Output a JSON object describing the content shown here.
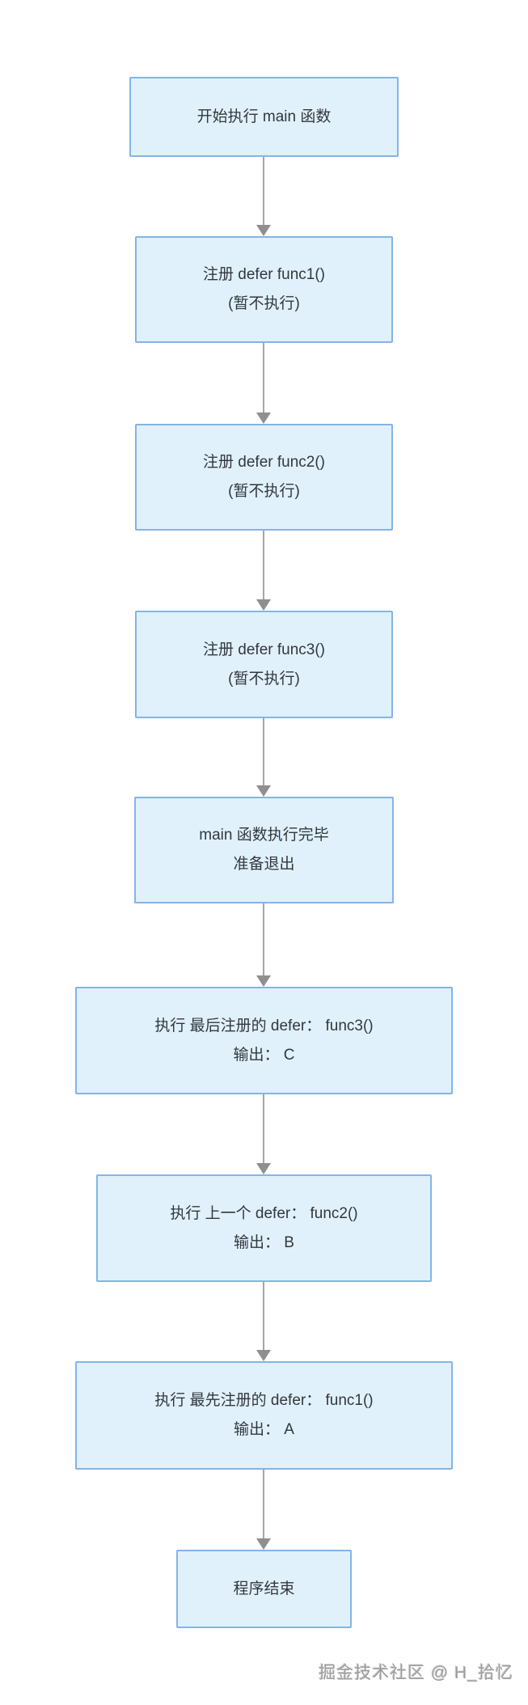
{
  "colors": {
    "node_fill": "#e0f1fc",
    "node_border": "#85b3e8",
    "arrow": "#a6a6a6",
    "arrowhead": "#8f8f8f",
    "text": "#33373d",
    "watermark": "#9c9c9c",
    "canvas_bg": "#ffffff"
  },
  "flowchart": {
    "type": "vertical-flow",
    "nodes": [
      {
        "id": "start-main",
        "line1": "开始执行 main 函数"
      },
      {
        "id": "register-func1",
        "line1": "注册 defer func1()",
        "line2": "(暂不执行)"
      },
      {
        "id": "register-func2",
        "line1": "注册 defer func2()",
        "line2": "(暂不执行)"
      },
      {
        "id": "register-func3",
        "line1": "注册 defer func3()",
        "line2": "(暂不执行)"
      },
      {
        "id": "main-finished",
        "line1": "main 函数执行完毕",
        "line2": "准备退出"
      },
      {
        "id": "exec-defer-func3",
        "line1": "执行 最后注册的 defer： func3()",
        "line2": "输出： C"
      },
      {
        "id": "exec-defer-func2",
        "line1": "执行 上一个 defer： func2()",
        "line2": "输出： B"
      },
      {
        "id": "exec-defer-func1",
        "line1": "执行 最先注册的 defer： func1()",
        "line2": "输出： A"
      },
      {
        "id": "program-end",
        "line1": "程序结束"
      }
    ]
  },
  "watermark": {
    "text": "掘金技术社区 @ H_拾忆"
  }
}
